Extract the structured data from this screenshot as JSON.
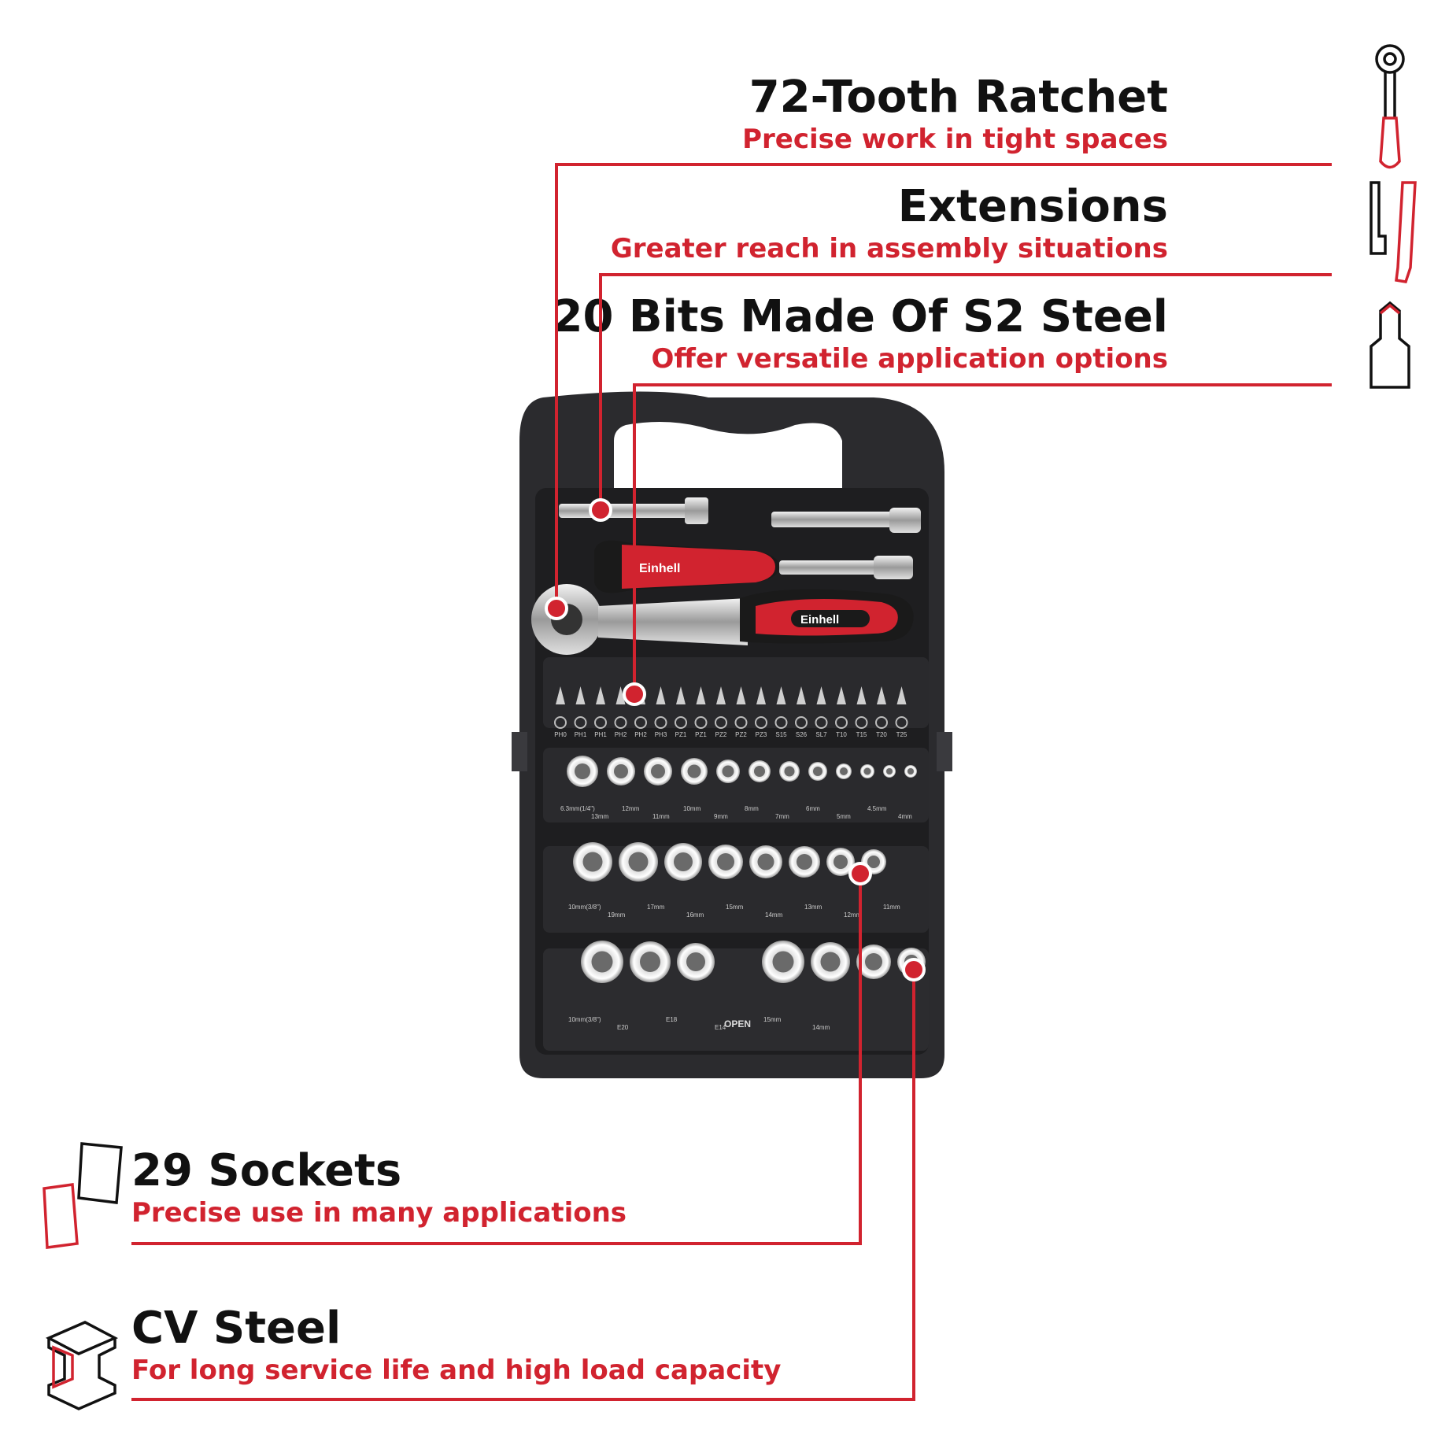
{
  "features_right": [
    {
      "title": "72-Tooth Ratchet",
      "subtitle": "Precise work in tight spaces",
      "icon": "ratchet-icon"
    },
    {
      "title": "Extensions",
      "subtitle": "Greater reach in assembly situations",
      "icon": "extensions-icon"
    },
    {
      "title": "20 Bits Made Of S2 Steel",
      "subtitle": "Offer versatile application options",
      "icon": "bit-icon"
    }
  ],
  "features_left": [
    {
      "title": "29 Sockets",
      "subtitle": "Precise use in many applications",
      "icon": "sockets-icon"
    },
    {
      "title": "CV Steel",
      "subtitle": "For long service life and high load capacity",
      "icon": "steel-beam-icon"
    }
  ],
  "product": {
    "brand": "Einhell",
    "case_text": "OPEN",
    "bit_labels": [
      "PH0",
      "PH1",
      "PH1",
      "PH2",
      "PH2",
      "PH3",
      "PZ1",
      "PZ1",
      "PZ2",
      "PZ2",
      "PZ3",
      "S15",
      "S26",
      "SL7",
      "T10",
      "T15",
      "T20",
      "T25"
    ],
    "row1_labels": [
      "6.3mm(1/4\")",
      "13mm",
      "12mm",
      "11mm",
      "10mm",
      "9mm",
      "8mm",
      "7mm",
      "6mm",
      "5mm",
      "4.5mm",
      "4mm"
    ],
    "row2_labels": [
      "10mm(3/8\")",
      "19mm",
      "17mm",
      "16mm",
      "15mm",
      "14mm",
      "13mm",
      "12mm",
      "11mm"
    ],
    "row3_labels": [
      "10mm(3/8\")",
      "E20",
      "E18",
      "E14",
      "15mm",
      "14mm"
    ]
  },
  "colors": {
    "accent": "#d1232f",
    "text": "#111111",
    "case": "#2b2b2e"
  }
}
